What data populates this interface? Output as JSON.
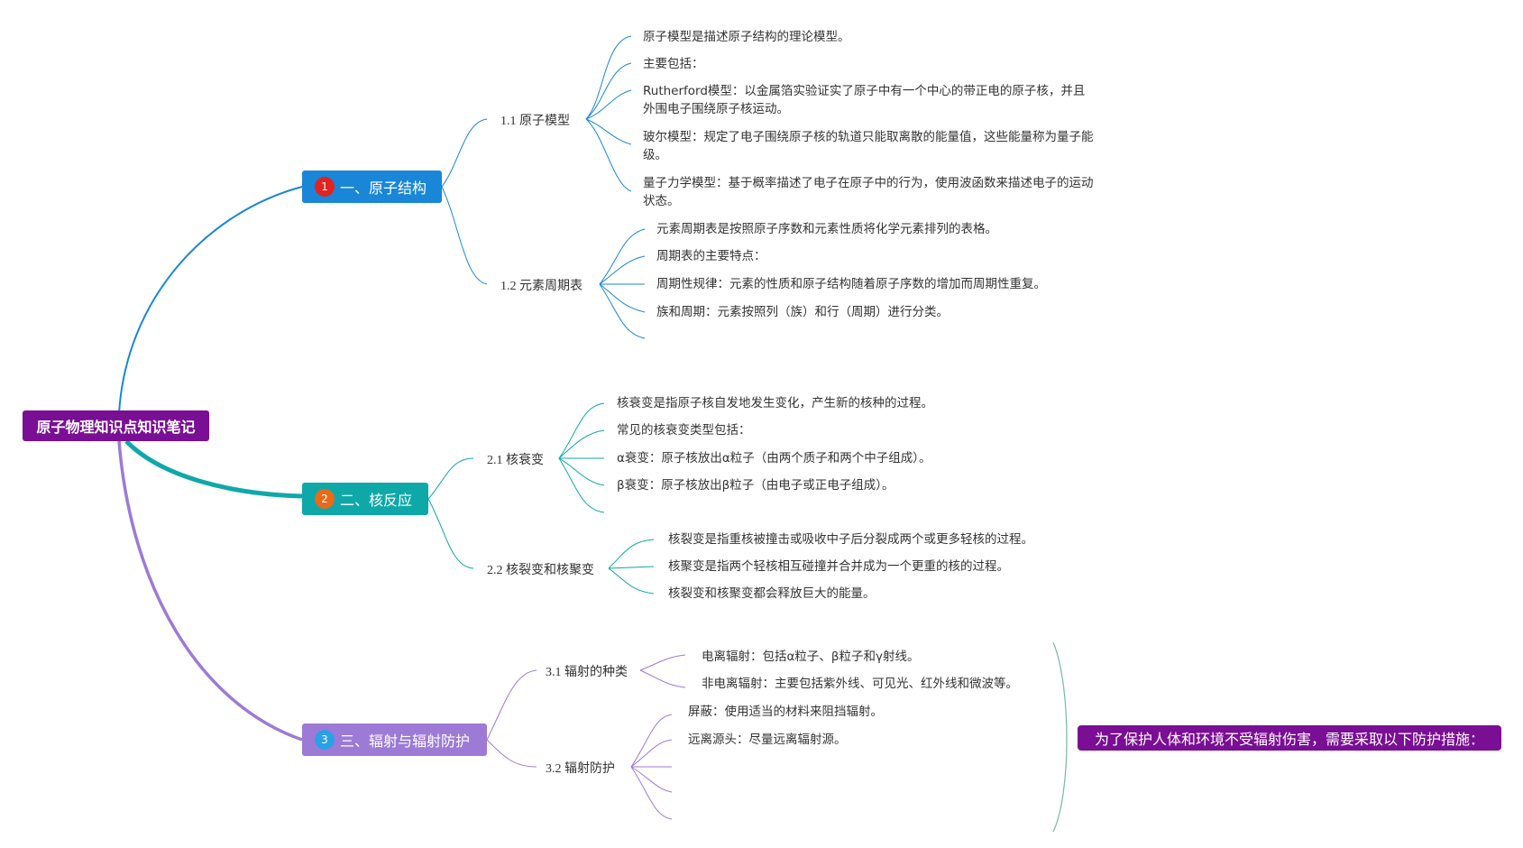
{
  "root": {
    "title": "原子物理知识点知识笔记"
  },
  "branches": [
    {
      "number": "1",
      "title": "一、原子结构",
      "color": "#1a86d8",
      "badge_color": "#e0241f",
      "subs": [
        {
          "title": "1.1 原子模型",
          "items": [
            "原子模型是描述原子结构的理论模型。",
            "主要包括：",
            "Rutherford模型：以金属箔实验证实了原子中有一个中心的带正电的原子核，并且外围电子围绕原子核运动。",
            "玻尔模型：规定了电子围绕原子核的轨道只能取离散的能量值，这些能量称为量子能级。",
            "量子力学模型：基于概率描述了电子在原子中的行为，使用波函数来描述电子的运动状态。"
          ]
        },
        {
          "title": "1.2 元素周期表",
          "items": [
            "元素周期表是按照原子序数和元素性质将化学元素排列的表格。",
            "周期表的主要特点：",
            "周期性规律：元素的性质和原子结构随着原子序数的增加而周期性重复。",
            "族和周期：元素按照列（族）和行（周期）进行分类。"
          ]
        }
      ]
    },
    {
      "number": "2",
      "title": "二、核反应",
      "color": "#0fa8a8",
      "badge_color": "#e86a1a",
      "subs": [
        {
          "title": "2.1 核衰变",
          "items": [
            "核衰变是指原子核自发地发生变化，产生新的核种的过程。",
            "常见的核衰变类型包括：",
            "α衰变：原子核放出α粒子（由两个质子和两个中子组成）。",
            "β衰变：原子核放出β粒子（由电子或正电子组成）。"
          ]
        },
        {
          "title": "2.2 核裂变和核聚变",
          "items": [
            "核裂变是指重核被撞击或吸收中子后分裂成两个或更多轻核的过程。",
            "核聚变是指两个轻核相互碰撞并合并成为一个更重的核的过程。",
            "核裂变和核聚变都会释放巨大的能量。"
          ]
        }
      ]
    },
    {
      "number": "3",
      "title": "三、辐射与辐射防护",
      "color": "#9d7ad6",
      "badge_color": "#2aa0e8",
      "subs": [
        {
          "title": "3.1 辐射的种类",
          "items": [
            "电离辐射：包括α粒子、β粒子和γ射线。",
            "非电离辐射：主要包括紫外线、可见光、红外线和微波等。"
          ]
        },
        {
          "title": "3.2 辐射防护",
          "items": [
            "屏蔽：使用适当的材料来阻挡辐射。",
            "远离源头：尽量远离辐射源。"
          ]
        }
      ]
    }
  ],
  "callout": {
    "text": "为了保护人体和环境不受辐射伤害，需要采取以下防护措施："
  }
}
